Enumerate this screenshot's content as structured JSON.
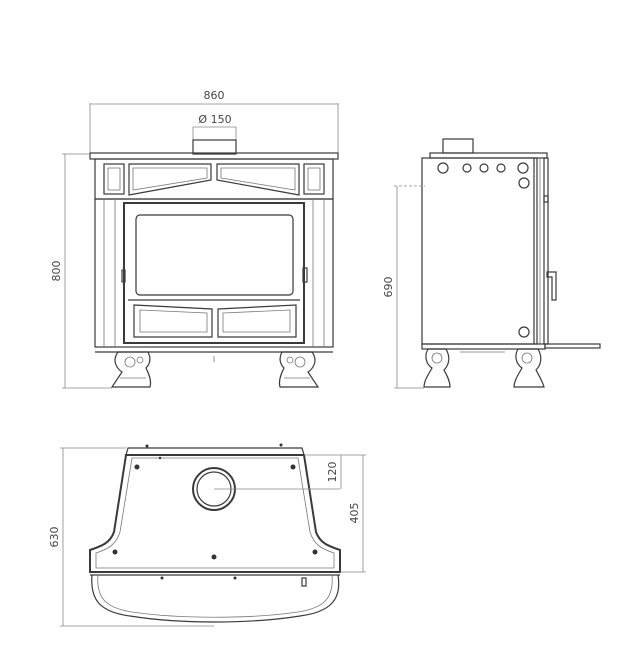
{
  "drawing": {
    "subject": "Wood stove technical dimension drawing",
    "views": {
      "front": {
        "width_label": "860",
        "height_label": "800",
        "flue_label": "Ø 150"
      },
      "side": {
        "height_label": "690"
      },
      "top": {
        "depth_label": "630",
        "flue_offset_label": "120",
        "body_depth_label": "405"
      }
    },
    "colors": {
      "line": "#3a3a3a",
      "dimension": "#888888",
      "background": "#ffffff"
    }
  }
}
